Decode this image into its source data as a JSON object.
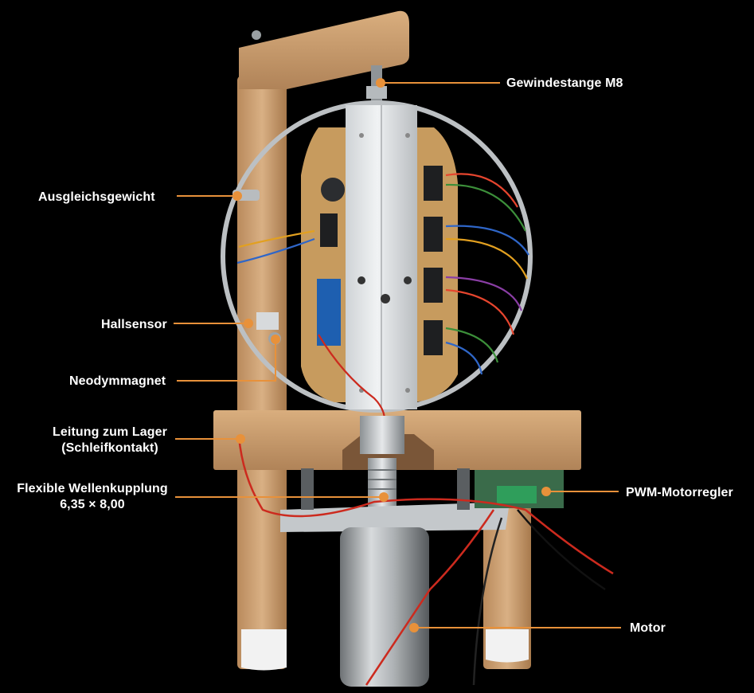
{
  "colors": {
    "background": "#000000",
    "callout": "#e8913a",
    "label_text": "#ffffff"
  },
  "callouts": {
    "gewindestange": {
      "text": "Gewindestange M8"
    },
    "ausgleichsgewicht": {
      "text": "Ausgleichsgewicht"
    },
    "hallsensor": {
      "text": "Hallsensor"
    },
    "neodymmagnet": {
      "text": "Neodymmagnet"
    },
    "leitung": {
      "line1": "Leitung zum Lager",
      "line2": "(Schleifkontakt)"
    },
    "kupplung": {
      "line1": "Flexible Wellenkupplung",
      "line2": "6,35 × 8,00"
    },
    "motorregler": {
      "text": "PWM-Motorregler"
    },
    "motor": {
      "text": "Motor"
    }
  }
}
